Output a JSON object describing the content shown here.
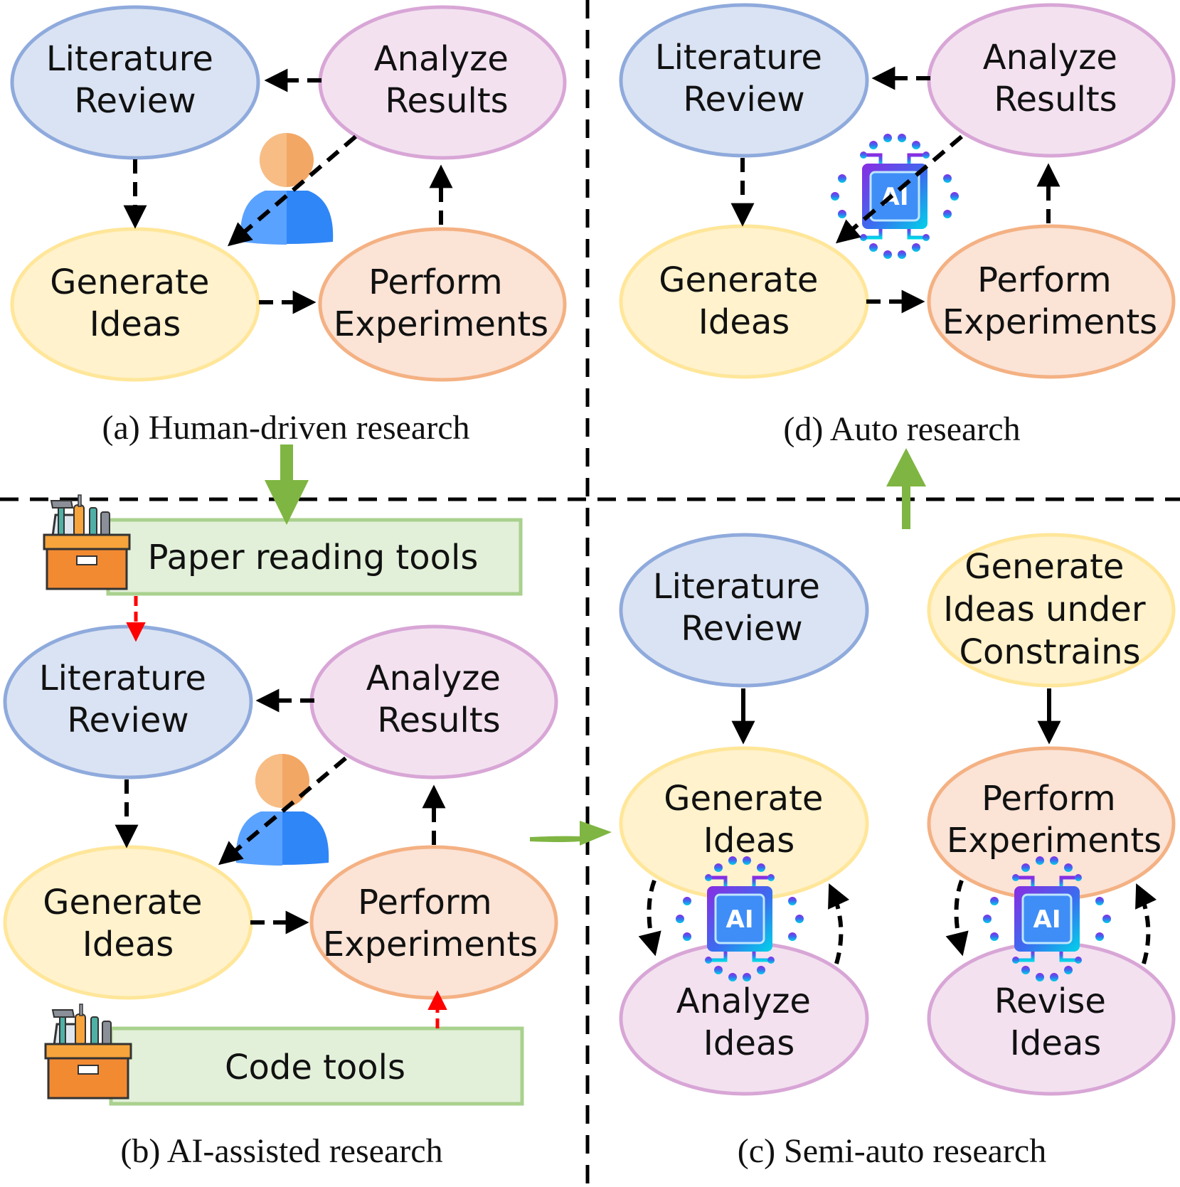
{
  "panels": {
    "a": {
      "caption": "(a) Human-driven research",
      "literature": [
        "Literature",
        "Review"
      ],
      "analyze": [
        "Analyze",
        "Results"
      ],
      "generate": [
        "Generate",
        "Ideas"
      ],
      "perform": [
        "Perform",
        "Experiments"
      ]
    },
    "b": {
      "caption": "(b) AI-assisted research",
      "paper_tool": "Paper reading tools",
      "code_tool": "Code tools",
      "literature": [
        "Literature",
        "Review"
      ],
      "analyze": [
        "Analyze",
        "Results"
      ],
      "generate": [
        "Generate",
        "Ideas"
      ],
      "perform": [
        "Perform",
        "Experiments"
      ]
    },
    "c": {
      "caption": "(c) Semi-auto research",
      "literature": [
        "Literature",
        "Review"
      ],
      "generate": [
        "Generate",
        "Ideas"
      ],
      "analyze": [
        "Analyze",
        "Ideas"
      ],
      "generate_constraints": [
        "Generate",
        "Ideas under",
        "Constrains"
      ],
      "perform": [
        "Perform",
        "Experiments"
      ],
      "revise": [
        "Revise",
        "Ideas"
      ]
    },
    "d": {
      "caption": "(d) Auto research",
      "literature": [
        "Literature",
        "Review"
      ],
      "analyze": [
        "Analyze",
        "Results"
      ],
      "generate": [
        "Generate",
        "Ideas"
      ],
      "perform": [
        "Perform",
        "Experiments"
      ]
    }
  },
  "ai_chip_label": "AI",
  "icons": {
    "person": "person-icon",
    "toolbox": "toolbox-icon",
    "ai_chip": "ai-chip-icon"
  },
  "colors": {
    "literature_fill": "#dae3f3",
    "literature_stroke": "#8faadc",
    "analyze_fill": "#f3e1f0",
    "analyze_stroke": "#d8a6d6",
    "generate_fill": "#fff2cc",
    "generate_stroke": "#ffe699",
    "perform_fill": "#fbe3d6",
    "perform_stroke": "#f4b183",
    "tool_fill": "#e2f0d9",
    "tool_stroke": "#a9d18e",
    "green_arrow": "#7fb542",
    "red_arrow": "#ff0000"
  }
}
